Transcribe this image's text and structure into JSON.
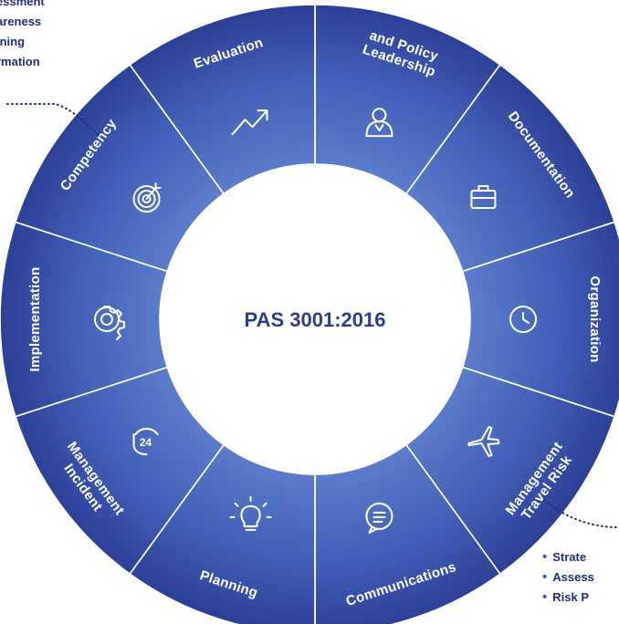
{
  "center": {
    "title": "PAS 3001:2016"
  },
  "segments": [
    {
      "key": "leadership",
      "lines": [
        "Leadership",
        "and Policy"
      ],
      "icon": "person-icon"
    },
    {
      "key": "documentation",
      "lines": [
        "Documentation"
      ],
      "icon": "briefcase-icon"
    },
    {
      "key": "organization",
      "lines": [
        "Organization"
      ],
      "icon": "clock-icon"
    },
    {
      "key": "travel-risk",
      "lines": [
        "Travel Risk",
        "Management"
      ],
      "icon": "airplane-icon"
    },
    {
      "key": "communications",
      "lines": [
        "Communications"
      ],
      "icon": "chat-bubble-icon"
    },
    {
      "key": "planning",
      "lines": [
        "Planning"
      ],
      "icon": "lightbulb-icon"
    },
    {
      "key": "incident",
      "lines": [
        "Incident",
        "Management"
      ],
      "icon": "24hr-phone-icon"
    },
    {
      "key": "implementation",
      "lines": [
        "Implementation"
      ],
      "icon": "gear-icon"
    },
    {
      "key": "competency",
      "lines": [
        "Competency"
      ],
      "icon": "target-icon"
    },
    {
      "key": "evaluation",
      "lines": [
        "Evaluation"
      ],
      "icon": "trend-up-icon"
    }
  ],
  "callout_left": {
    "lines": [
      "essment",
      "areness",
      "ining",
      "rmation"
    ]
  },
  "callout_right": {
    "items": [
      "Strate",
      "Assess",
      "Risk P"
    ]
  },
  "colors": {
    "dark": "#2c3e93",
    "light": "#5a7fce",
    "title": "#2a3c91"
  }
}
